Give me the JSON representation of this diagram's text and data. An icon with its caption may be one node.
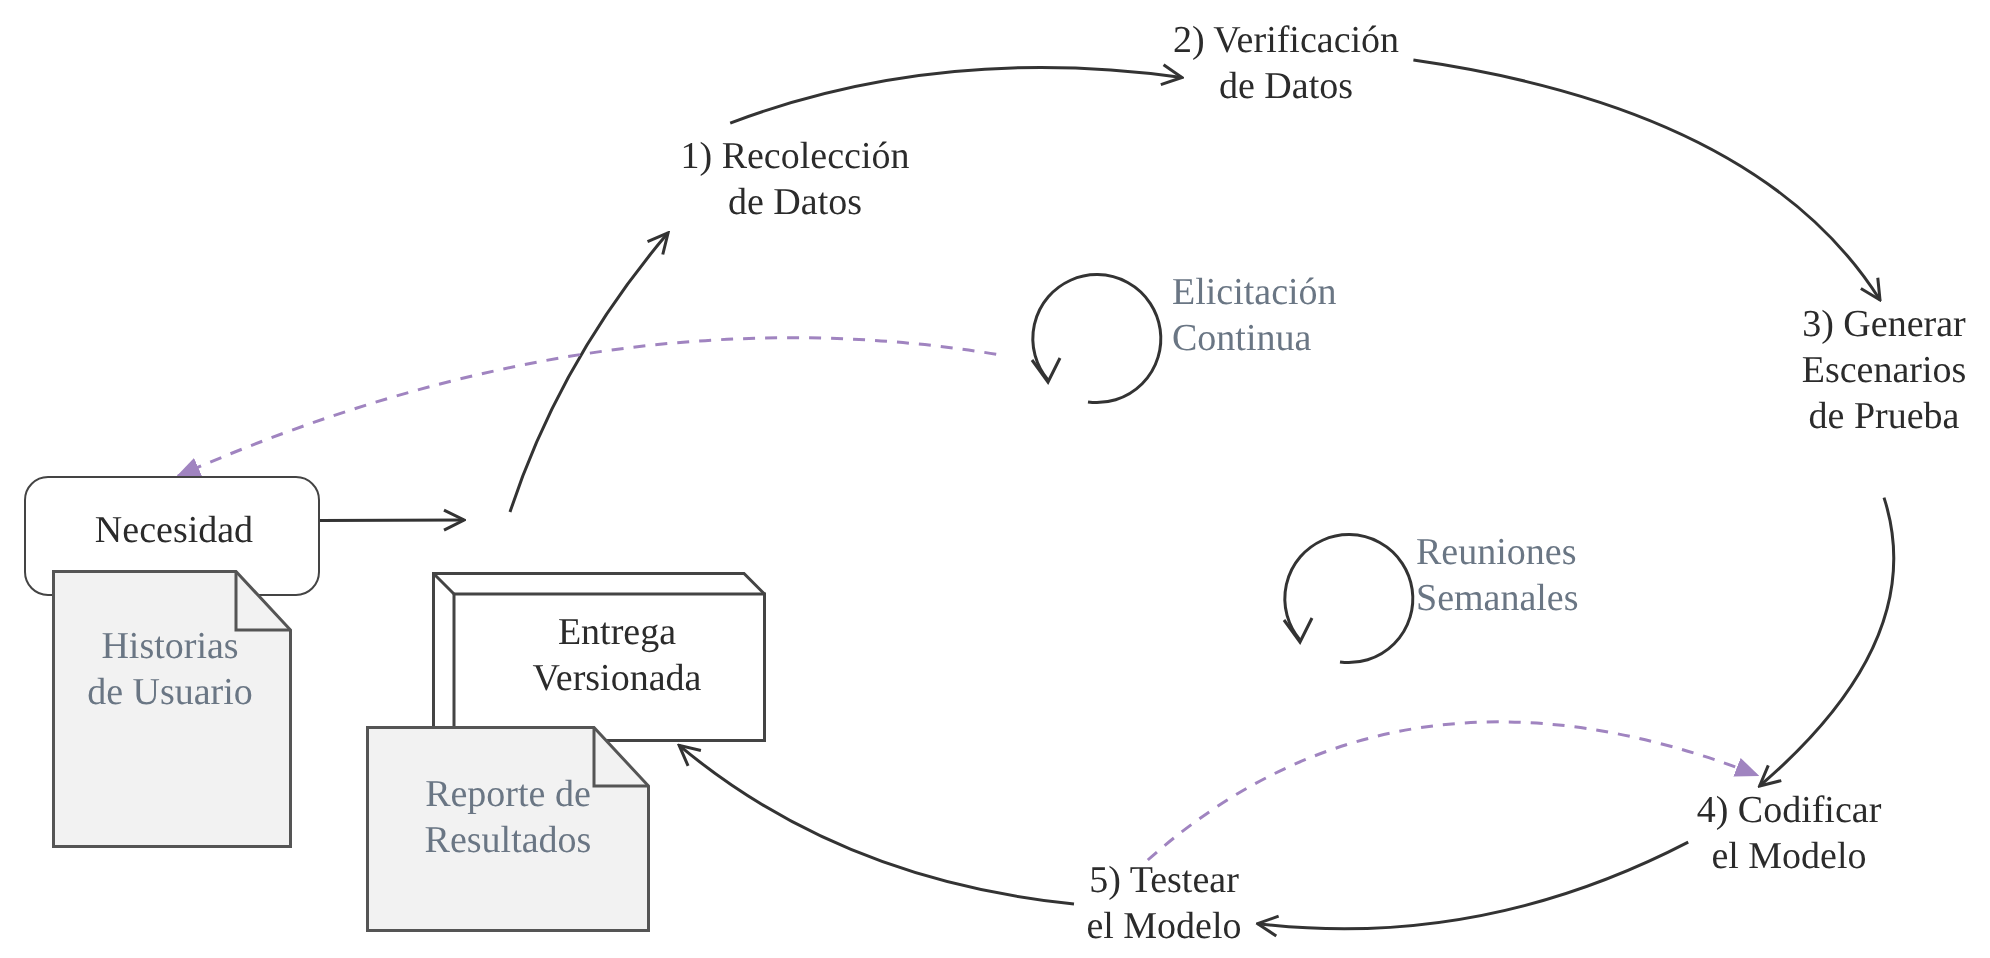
{
  "diagram": {
    "nodes": [
      {
        "text": [
          "Necesidad"
        ]
      },
      {
        "text": [
          "Historias de Usuario"
        ]
      },
      {
        "text": [
          "Entrega Versionada"
        ]
      },
      {
        "text": [
          "Reporte de Resultados"
        ]
      },
      {
        "text": [
          "1) Recolección de Datos"
        ]
      },
      {
        "text": [
          "2) Verificación de Datos"
        ]
      },
      {
        "text": [
          "3) Generar Escenarios de Prueba"
        ]
      },
      {
        "text": [
          "4) Codificar el Modelo"
        ]
      },
      {
        "text": [
          "5) Testear el Modelo"
        ]
      },
      {
        "text": [
          "Elicitación Continua"
        ]
      }
    ],
    "edges": [
      {
        "from": 0,
        "to": null,
        "arrow": "to"
      },
      {
        "from": null,
        "to": 4,
        "arrow": "to"
      },
      {
        "from": 4,
        "to": 5,
        "arrow": "to"
      },
      {
        "from": 5,
        "to": 6,
        "arrow": "to"
      },
      {
        "from": 6,
        "to": 7,
        "arrow": "to"
      },
      {
        "from": 7,
        "to": 8,
        "arrow": "to"
      },
      {
        "from": 8,
        "to": 2,
        "arrow": "to"
      },
      {
        "from": 8,
        "to": 7,
        "arrow": "to",
        "style": "dashed",
        "color": "#a084c0"
      },
      {
        "from": 9,
        "to": 0,
        "arrow": "to",
        "style": "dashed",
        "color": "#a084c0"
      }
    ],
    "labels": [
      "Reuniones Semanales"
    ]
  }
}
